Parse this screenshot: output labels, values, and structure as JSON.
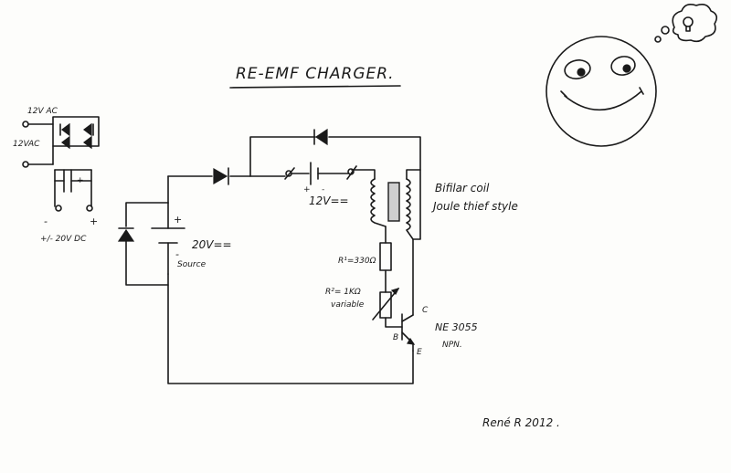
{
  "title": "RE-EMF CHARGER.",
  "rectifier": {
    "ac_label": "12V  AC",
    "ac_input": "12VAC",
    "plus": "+",
    "minus": "-",
    "dc_label": "+/- 20V DC"
  },
  "source": {
    "value": "20V==",
    "name": "Source",
    "plus": "+",
    "minus": "-"
  },
  "battery": {
    "value": "12V==",
    "plus": "+",
    "minus": "-"
  },
  "coil": {
    "line1": "Bifilar coil",
    "line2": "Joule thief style"
  },
  "resistors": {
    "r1": "R¹=330Ω",
    "r2": "R²= 1KΩ",
    "r2_note": "variable"
  },
  "transistor": {
    "name": "NE 3055",
    "type": "NPN.",
    "c": "C",
    "b": "B",
    "e": "E"
  },
  "signature": "René R   2012 ."
}
